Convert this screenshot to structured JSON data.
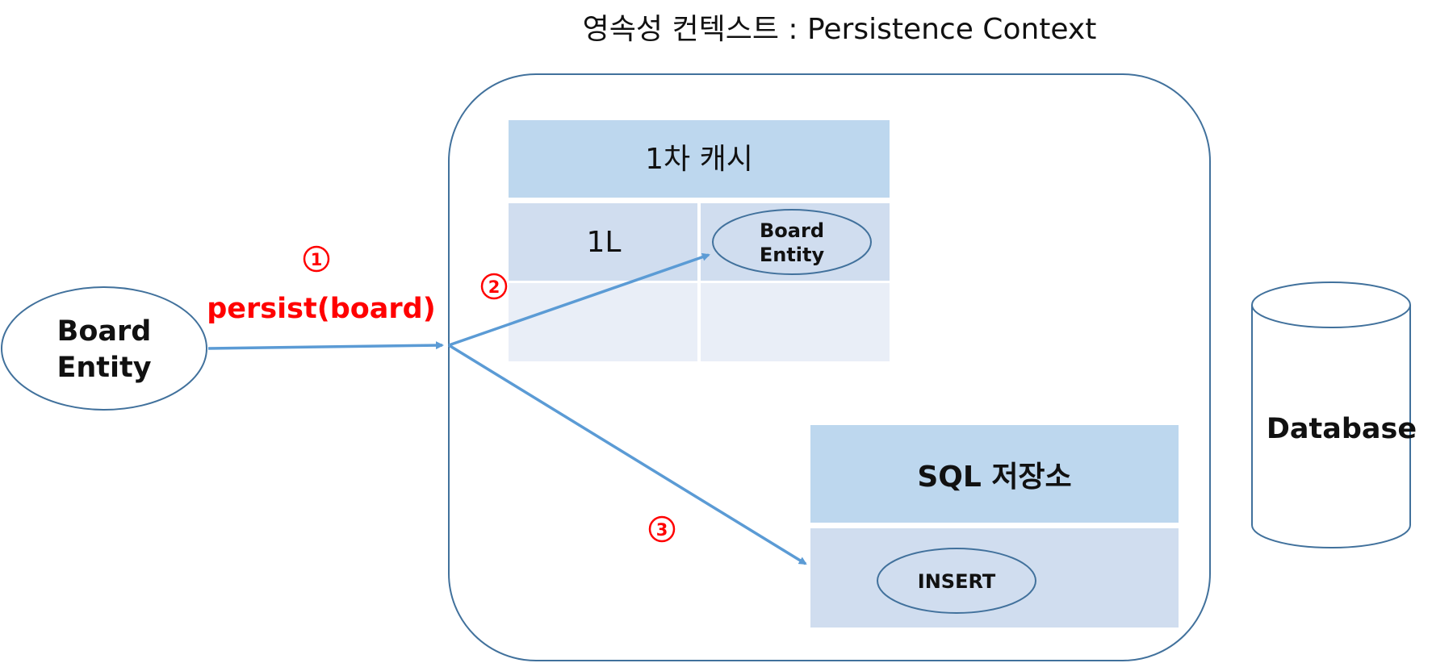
{
  "title": "영속성 컨텍스트 : Persistence Context",
  "board_entity": {
    "line1": "Board",
    "line2": "Entity"
  },
  "step1": {
    "number": "1",
    "label": "persist(board)"
  },
  "step2": {
    "number": "2"
  },
  "step3": {
    "number": "3"
  },
  "first_level_cache": {
    "header": "1차 캐시",
    "key": "1L",
    "entity_line1": "Board",
    "entity_line2": "Entity"
  },
  "sql_store": {
    "header": "SQL 저장소",
    "query": "INSERT"
  },
  "database": {
    "label": "Database"
  },
  "colors": {
    "outline": "#41719c",
    "arrow": "#5b9bd5",
    "cell_dark": "#bdd7ee",
    "cell_mid": "#d0ddef",
    "cell_light": "#e9eef7",
    "step_red": "#ff0000"
  }
}
